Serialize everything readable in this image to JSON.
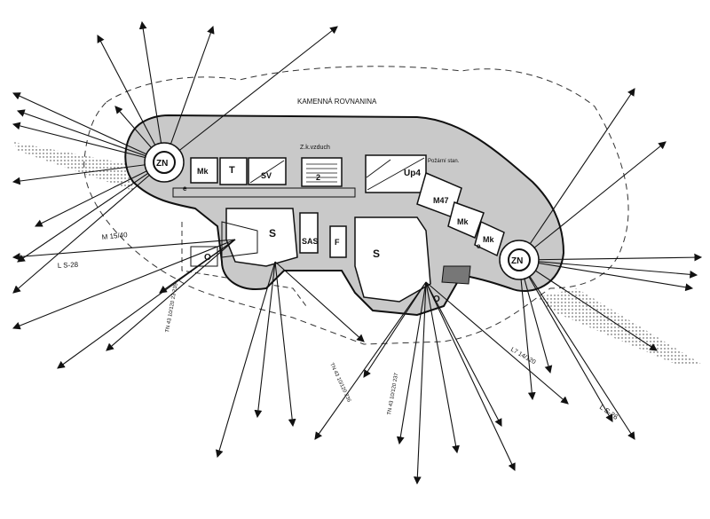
{
  "terrain_label": "KAMENNÁ ROVNANINA",
  "corridor_label": "Z.k.vzduch",
  "rooms": {
    "zn_left": "ZN",
    "zn_right": "ZN",
    "mk_top_left": "Mk",
    "t_room": "T",
    "sv_room": "SV",
    "n_room": "2",
    "up4_room": "Up4",
    "m47_room": "M47",
    "mk_right_1": "Mk",
    "mk_right_2": "Mk",
    "s_left": "S",
    "s_right": "S",
    "sas_room": "SAS",
    "f_room": "F",
    "o_left": "O",
    "o_right": "O",
    "e_left": "e",
    "e_right": "e",
    "top_right_note": "Požární stan."
  },
  "sector_labels": {
    "m_left": "M 15/40",
    "ls28": "L S-28",
    "tn_a": "TN 43 10/120 23 235",
    "tn_b": "TN 43 10/120 236",
    "tn_c": "TN 43 10/120 237",
    "l7": "L7 14/120",
    "ls26": "L S-26"
  }
}
